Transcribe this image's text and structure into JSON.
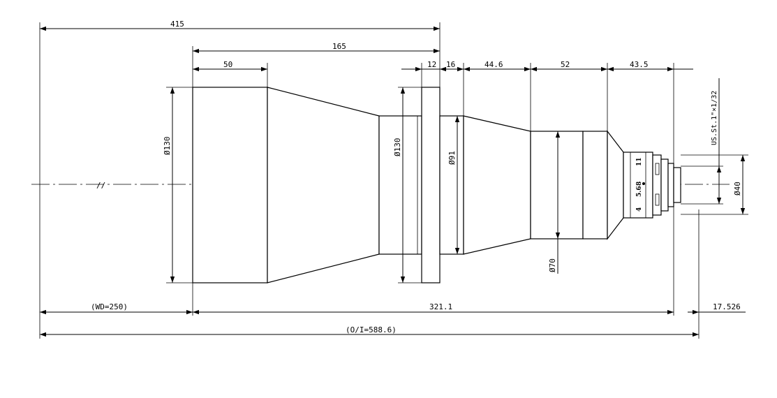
{
  "dimensions": {
    "total_top": "415",
    "body_length": "165",
    "front_barrel": "50",
    "flange_thickness": "12",
    "flange_to_cone": "16",
    "cone_length": "44.6",
    "focus_barrel": "52",
    "rear_section": "43.5",
    "working_distance": "(WD=250)",
    "lens_length": "321.1",
    "back_focus": "17.526",
    "object_to_image": "(O/I=588.6)",
    "dia_front": "Ø130",
    "dia_flange": "Ø130",
    "dia_mid": "Ø91",
    "dia_focus": "Ø70",
    "dia_mount": "Ø40",
    "thread": "US.St.1\"×1/32"
  },
  "aperture_ring": {
    "marks": [
      "11",
      "8",
      "5.6",
      "4"
    ]
  },
  "break_symbol": "//",
  "colors": {
    "line": "#000000",
    "background": "#ffffff"
  }
}
